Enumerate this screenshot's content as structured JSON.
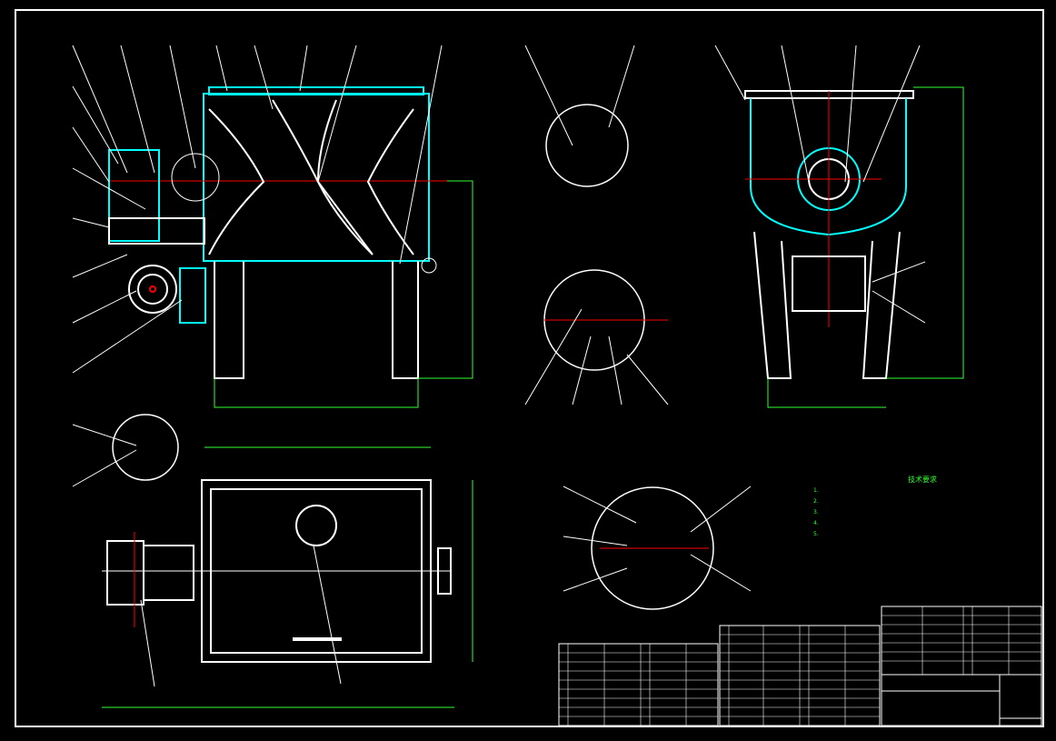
{
  "drawing": {
    "tech_requirements_title": "技术要求",
    "tech_requirements": [
      "1.",
      "2.",
      "3.",
      "4.",
      "5."
    ],
    "colors": {
      "outline": "#ffffff",
      "hidden": "#00ffff",
      "center": "#ff0000",
      "dimension": "#33ff33",
      "fastener": "#ff00ff"
    }
  }
}
